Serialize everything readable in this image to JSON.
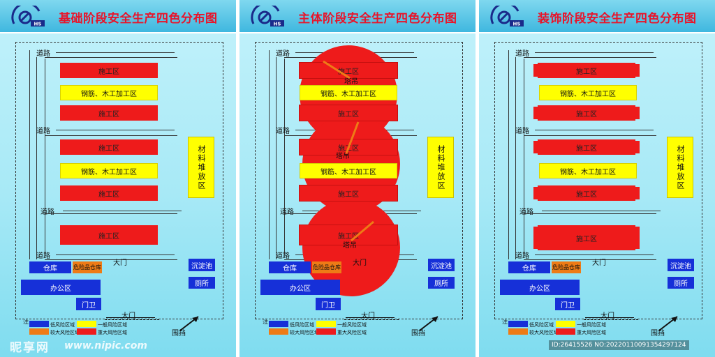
{
  "panels": [
    {
      "title": "基础阶段安全生产四色分布图",
      "flag_zones": false,
      "cranes": false
    },
    {
      "title": "主体阶段安全生产四色分布图",
      "flag_zones": false,
      "cranes": true
    },
    {
      "title": "装饰阶段安全生产四色分布图",
      "flag_zones": true,
      "cranes": false
    }
  ],
  "labels": {
    "road": "道路",
    "work_zone": "施工区",
    "rebar_zone": "钢筋、木工加工区",
    "material": "材料堆放区",
    "warehouse": "仓库",
    "danger_store": "危险品仓库",
    "office": "办公区",
    "guard": "门卫",
    "gate": "大门",
    "settling": "沉淀池",
    "toilet": "厕所",
    "fence": "围挡",
    "crane": "塔吊",
    "note": "注:"
  },
  "legend": [
    {
      "label": "低风险区域",
      "color": "#1630d8"
    },
    {
      "label": "一般风险区域",
      "color": "#ffff00"
    },
    {
      "label": "较大风险区域",
      "color": "#ee7b16"
    },
    {
      "label": "重大风险区域",
      "color": "#ee1b1b"
    }
  ],
  "watermark": {
    "brand": "昵享网",
    "site": "www.nipic.com",
    "id_text": "ID:26415526 NO:20220110091354297124"
  }
}
